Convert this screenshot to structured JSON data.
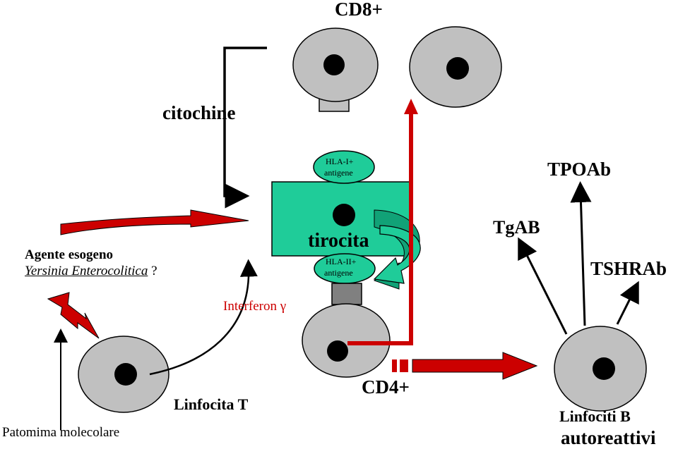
{
  "labels": {
    "cd8": "CD8+",
    "citochine": "citochine",
    "hla1_line1": "HLA-I+",
    "hla1_line2": "antigene",
    "tirocita": "tirocita",
    "hla2_line1": "HLA-II+",
    "hla2_line2": "antigene",
    "agente_line1": "Agente esogeno",
    "agente_line2": "Yersinia Enterocolitica",
    "agente_qmark": "?",
    "interferon": "Interferon γ",
    "linfocita_t": "Linfocita T",
    "patomima": "Patomima molecolare",
    "cd4": "CD4+",
    "tgab": "TgAB",
    "tpoab": "TPOAb",
    "tshrab": "TSHRAb",
    "linfociti_b_line1": "Linfociti B",
    "linfociti_b_line2": "autoreattivi"
  },
  "colors": {
    "cell_fill": "#c0c0c0",
    "nucleus": "#000000",
    "thyrocyte": "#1fcc99",
    "thyrocyte_curve": "#11a277",
    "red_arrow": "#cc0000",
    "interferon_text": "#cc0000",
    "receptor": "#808080"
  }
}
